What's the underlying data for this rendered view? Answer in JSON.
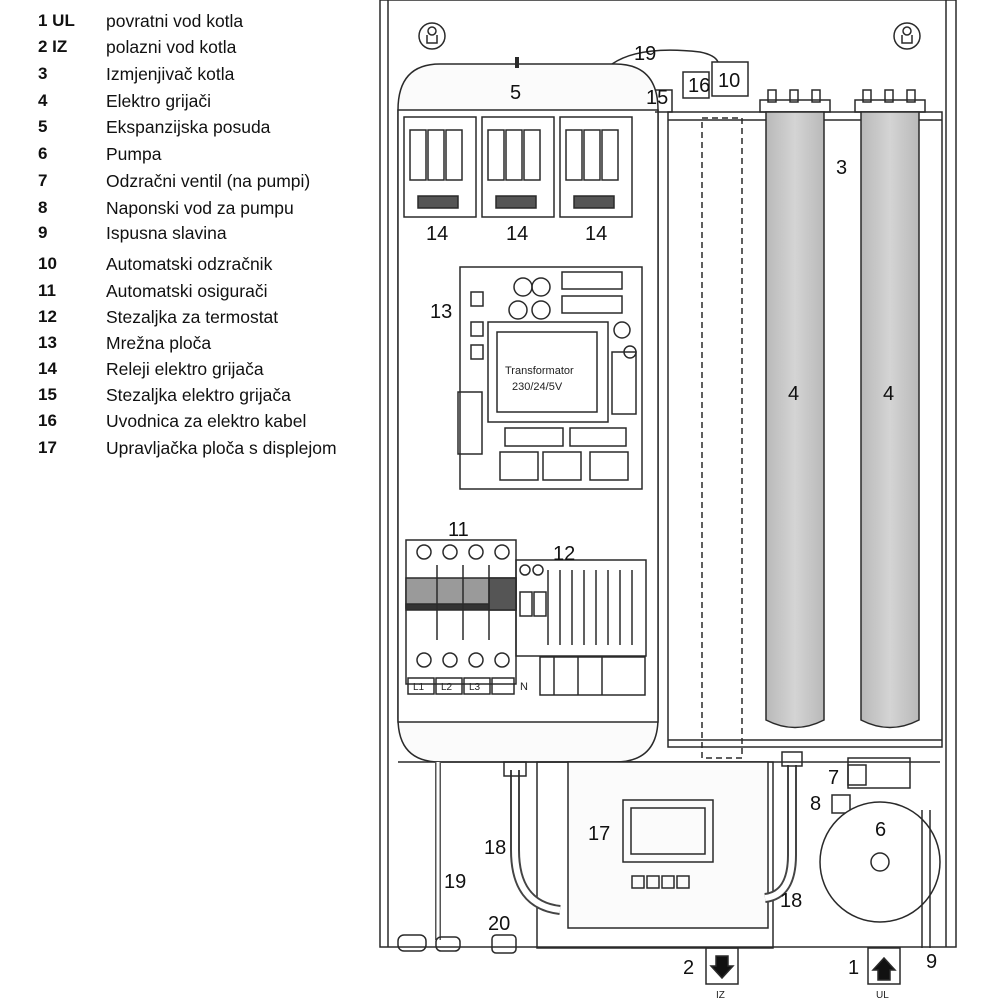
{
  "legend": [
    {
      "num": "1 UL",
      "text": "povratni vod kotla"
    },
    {
      "num": "2 IZ",
      "text": "polazni vod kotla"
    },
    {
      "num": "3",
      "text": "Izmjenjivač kotla"
    },
    {
      "num": "4",
      "text": "Elektro grijači"
    },
    {
      "num": "5",
      "text": "Ekspanzijska posuda"
    },
    {
      "num": "6",
      "text": "Pumpa"
    },
    {
      "num": "7",
      "text": "Odzračni ventil (na pumpi)"
    },
    {
      "num": "8",
      "text": "Naponski vod za pumpu"
    },
    {
      "num": "9",
      "text": "Ispusna slavina"
    },
    {
      "num": "10",
      "text": "Automatski odzračnik"
    },
    {
      "num": "11",
      "text": "Automatski osigurači"
    },
    {
      "num": "12",
      "text": "Stezaljka za termostat"
    },
    {
      "num": "13",
      "text": "Mrežna ploča"
    },
    {
      "num": "14",
      "text": "Releji elektro grijača"
    },
    {
      "num": "15",
      "text": "Stezaljka elektro grijača"
    },
    {
      "num": "16",
      "text": "Uvodnica za elektro kabel"
    },
    {
      "num": "17",
      "text": "Upravljačka ploča s displejom"
    }
  ],
  "callouts": {
    "n1": "1",
    "n2": "2",
    "n3": "3",
    "n4a": "4",
    "n4b": "4",
    "n5": "5",
    "n6": "6",
    "n7": "7",
    "n8": "8",
    "n9": "9",
    "n10": "10",
    "n11": "11",
    "n12": "12",
    "n13": "13",
    "n14a": "14",
    "n14b": "14",
    "n14c": "14",
    "n15": "15",
    "n16": "16",
    "n17": "17",
    "n18a": "18",
    "n18b": "18",
    "n19a": "19",
    "n19b": "19",
    "n20": "20"
  },
  "board": {
    "transformer_line1": "Transformator",
    "transformer_line2": "230/24/5V"
  },
  "breaker_labels": [
    "L1",
    "L2",
    "L3"
  ],
  "terminal_label": "N",
  "port_labels": {
    "iz": "IZ",
    "ul": "UL"
  },
  "colors": {
    "line": "#2a2a2a",
    "panel": "#f7f7f7",
    "tube": "#c8c8c8",
    "breaker": "#9a9a9a"
  }
}
